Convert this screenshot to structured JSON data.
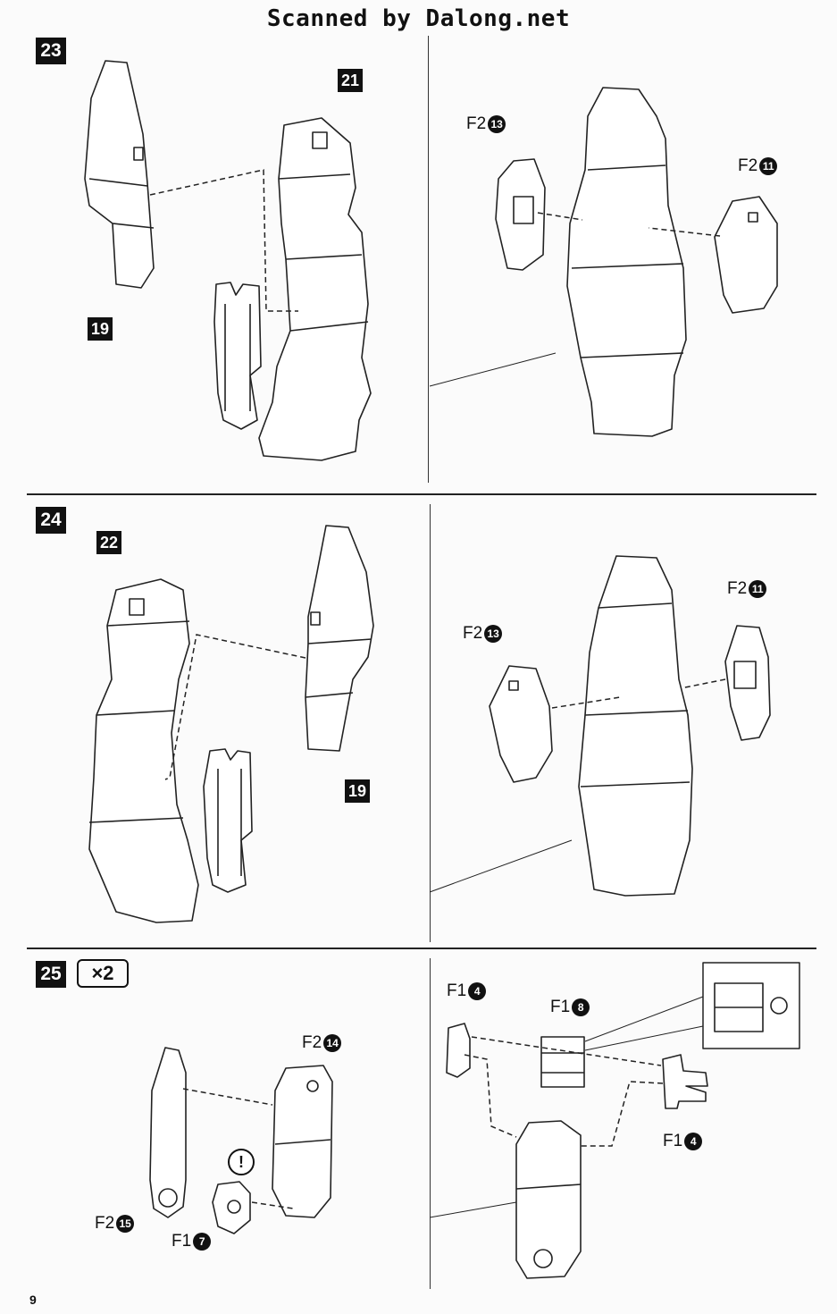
{
  "banner": "Scanned by Dalong.net",
  "page_number": "9",
  "steps": [
    {
      "number": "23",
      "left": {
        "parts": [
          "21",
          "19"
        ]
      },
      "right": {
        "labels": [
          {
            "runner": "F2",
            "num": "13"
          },
          {
            "runner": "F2",
            "num": "11"
          }
        ]
      }
    },
    {
      "number": "24",
      "left": {
        "parts": [
          "22",
          "19"
        ]
      },
      "right": {
        "labels": [
          {
            "runner": "F2",
            "num": "11"
          },
          {
            "runner": "F2",
            "num": "13"
          }
        ]
      }
    },
    {
      "number": "25",
      "multiplier": "×2",
      "left": {
        "labels": [
          {
            "runner": "F2",
            "num": "14"
          },
          {
            "runner": "F2",
            "num": "15"
          },
          {
            "runner": "F1",
            "num": "7"
          }
        ],
        "caution": "!"
      },
      "right": {
        "labels": [
          {
            "runner": "F1",
            "num": "4"
          },
          {
            "runner": "F1",
            "num": "8"
          },
          {
            "runner": "F1",
            "num": "4"
          }
        ]
      }
    }
  ],
  "icons": {
    "callout": "detail-inset-icon",
    "caution": "caution-icon"
  }
}
